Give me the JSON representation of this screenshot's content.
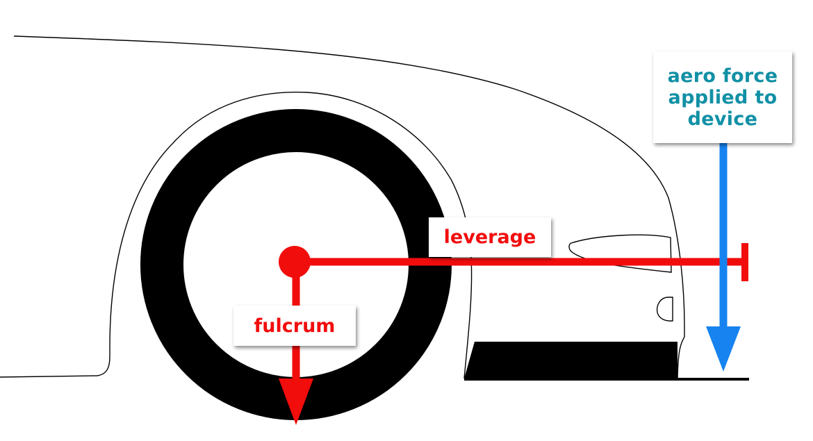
{
  "colors": {
    "leverage_red": "#f20d0d",
    "aero_blue": "#1683f0",
    "aero_text": "#1190a5",
    "tire": "#000000",
    "outline": "#000000"
  },
  "labels": {
    "aero_force_lines": [
      "aero force",
      "applied to",
      "device"
    ],
    "leverage": "leverage",
    "fulcrum": "fulcrum"
  }
}
